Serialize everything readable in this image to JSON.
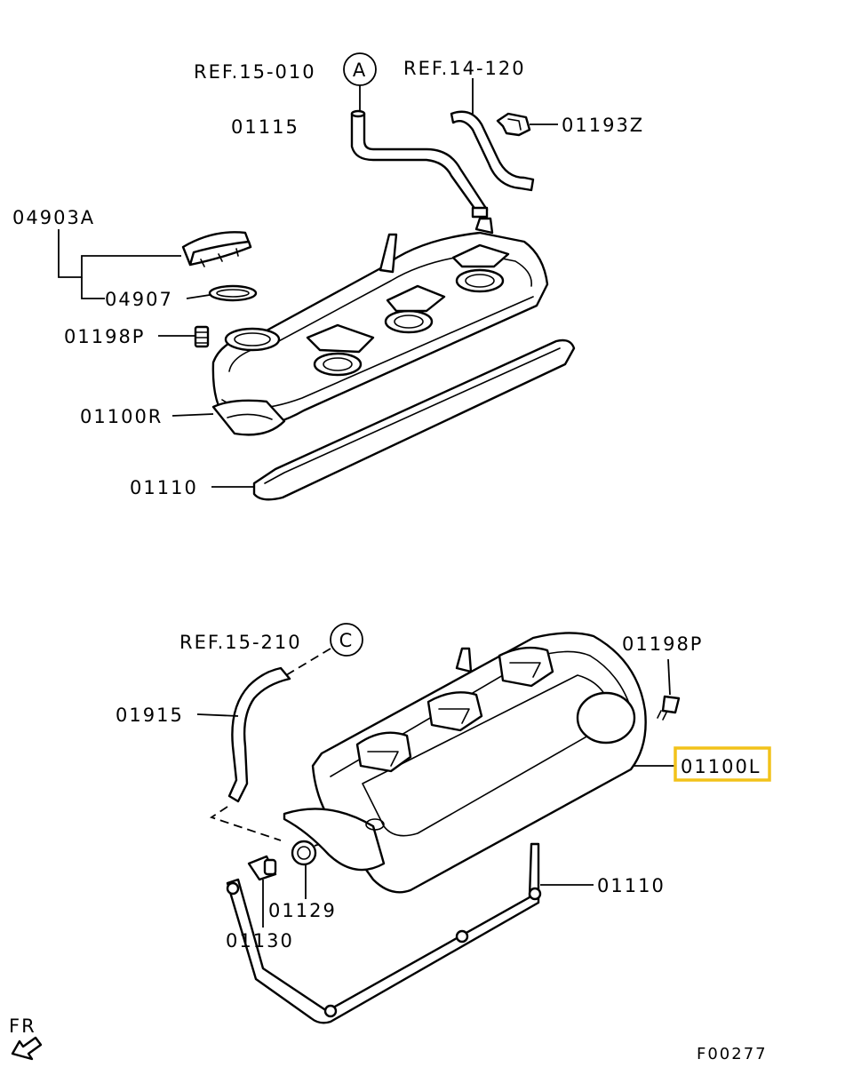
{
  "labels": {
    "ref_15_010": "REF.15-010",
    "ref_14_120": "REF.14-120",
    "p01115": "01115",
    "p01193z": "01193Z",
    "p04903a": "04903A",
    "p04907": "04907",
    "p01198p_top": "01198P",
    "p01100r": "01100R",
    "p01110_top": "01110",
    "ref_15_210": "REF.15-210",
    "p01198p_bottom": "01198P",
    "p01915": "01915",
    "p01100l": "01100L",
    "p01110_bottom": "01110",
    "p01129": "01129",
    "p01130": "01130",
    "fr": "FR",
    "figure_code": "F00277"
  },
  "callouts": {
    "a": "A",
    "c": "C"
  },
  "highlight": {
    "part": "01100L",
    "color": "#f2c21a"
  }
}
